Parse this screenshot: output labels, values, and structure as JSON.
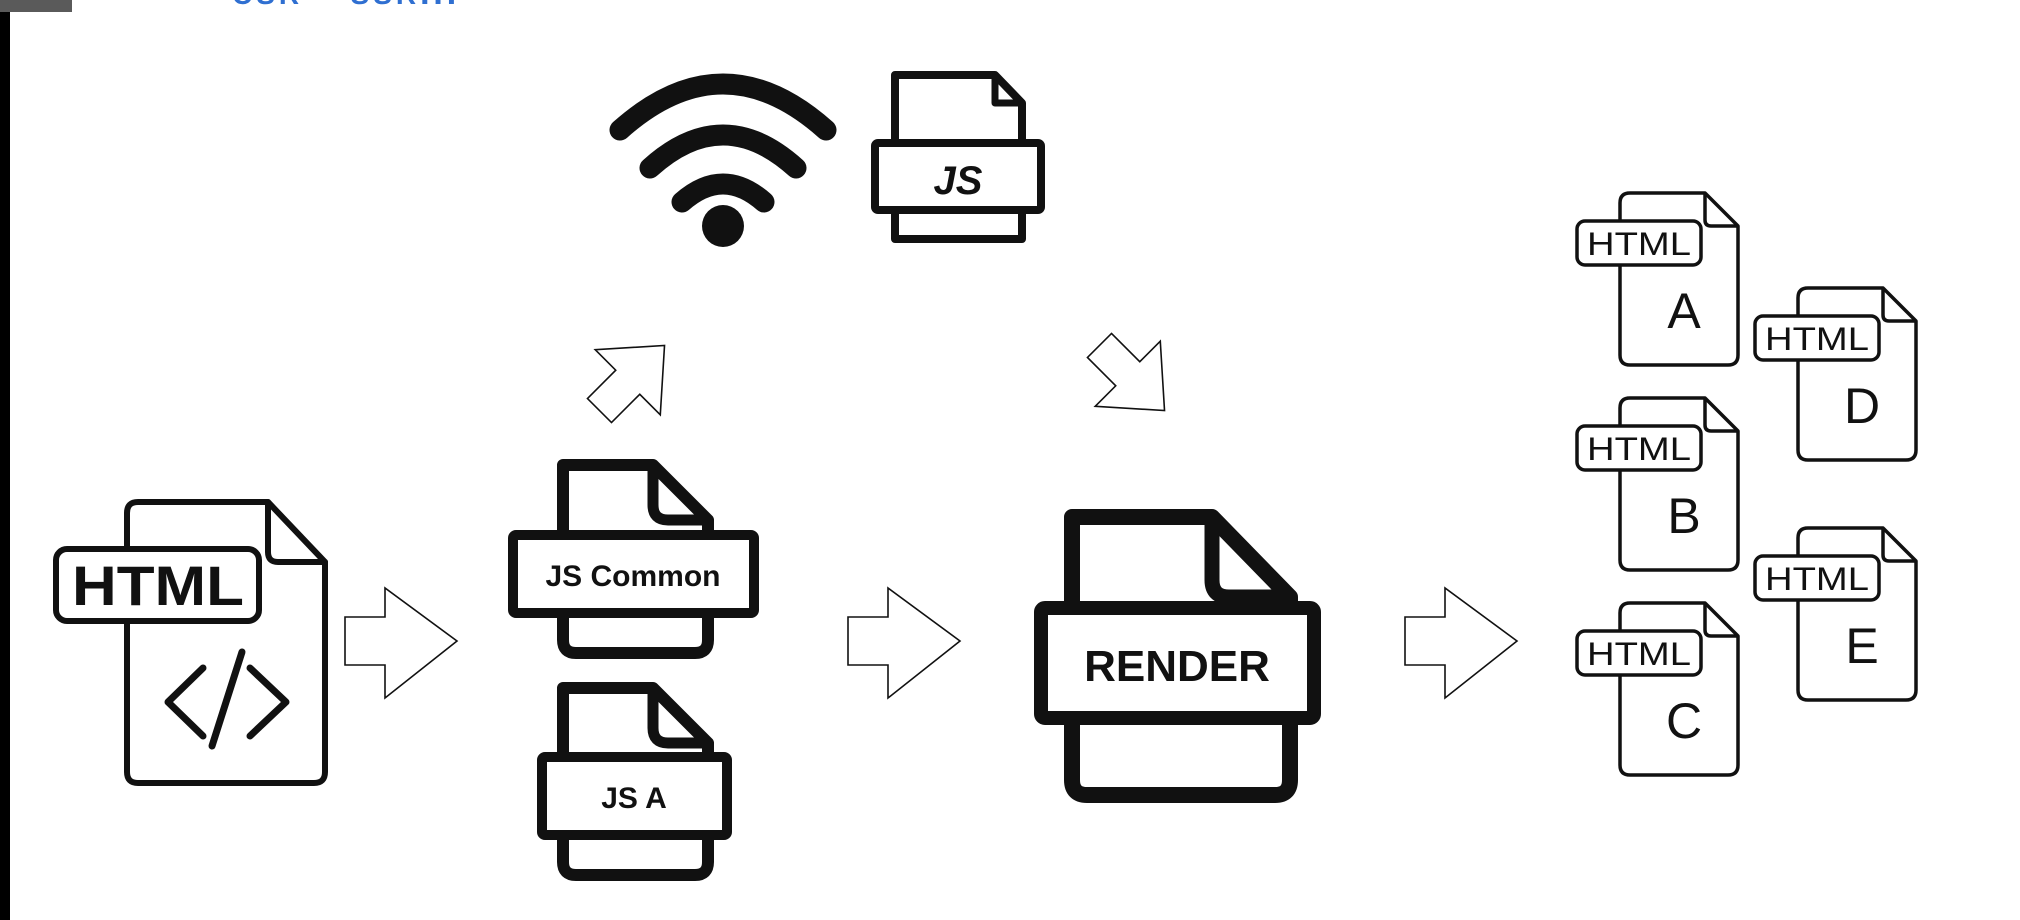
{
  "header": {
    "partial_text": "CSR ─ SSR․․․"
  },
  "colors": {
    "ink": "#111111",
    "header_blue": "#2f6fd1",
    "arrow_fill": "#ffffff",
    "edge": "#000000"
  },
  "icons": {
    "html_source": "html-code-file-icon",
    "wifi": "wifi-icon",
    "js_download": "js-file-icon",
    "js_common": "js-file-icon",
    "js_a": "js-file-icon",
    "render": "render-file-icon",
    "pages": "html-file-icon",
    "arrows": "arrow-icon"
  },
  "labels": {
    "html_source": "HTML",
    "js_download": "JS",
    "js_common": "JS Common",
    "js_a": "JS A",
    "render": "RENDER",
    "page_tag": "HTML"
  },
  "pages": [
    {
      "tag": "HTML",
      "letter": "A"
    },
    {
      "tag": "HTML",
      "letter": "B"
    },
    {
      "tag": "HTML",
      "letter": "C"
    },
    {
      "tag": "HTML",
      "letter": "D"
    },
    {
      "tag": "HTML",
      "letter": "E"
    }
  ]
}
